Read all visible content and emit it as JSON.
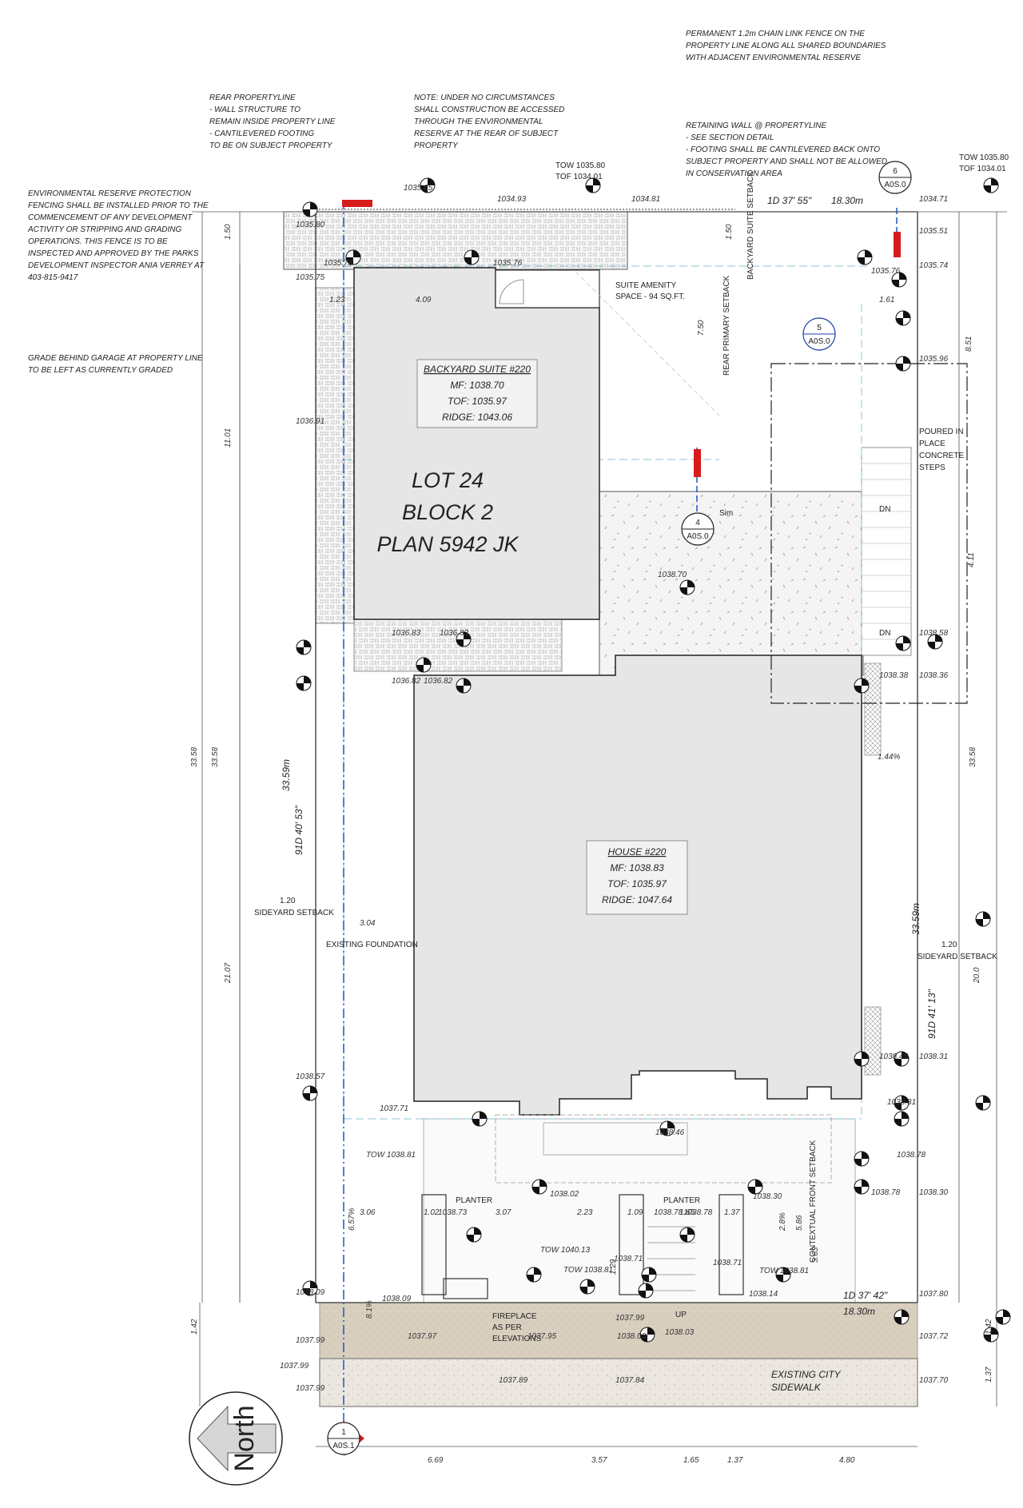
{
  "notes": {
    "rear_propertyline": [
      "REAR PROPERTYLINE",
      "- WALL STRUCTURE TO",
      "REMAIN INSIDE PROPERTY LINE",
      "- CANTILEVERED FOOTING",
      "TO BE ON SUBJECT PROPERTY"
    ],
    "no_access": [
      "NOTE: UNDER NO CIRCUMSTANCES",
      "SHALL CONSTRUCTION BE ACCESSED",
      "THROUGH THE ENVIRONMENTAL",
      "RESERVE AT THE REAR OF SUBJECT",
      "PROPERTY"
    ],
    "chain_link": [
      "PERMANENT 1.2m CHAIN LINK FENCE ON THE",
      "PROPERTY LINE ALONG ALL SHARED BOUNDARIES",
      "WITH ADJACENT ENVIRONMENTAL RESERVE"
    ],
    "retaining_wall": [
      "RETAINING WALL @ PROPERTYLINE",
      "- SEE SECTION DETAIL",
      "- FOOTING SHALL BE CANTILEVERED BACK ONTO",
      "SUBJECT PROPERTY AND SHALL NOT BE ALLOWED",
      "IN CONSERVATION AREA"
    ],
    "environmental": [
      "ENVIRONMENTAL RESERVE PROTECTION",
      "FENCING SHALL BE INSTALLED PRIOR TO THE",
      "COMMENCEMENT OF ANY DEVELOPMENT",
      "ACTIVITY OR STRIPPING AND GRADING",
      "OPERATIONS. THIS FENCE IS TO BE",
      "INSPECTED AND APPROVED BY THE PARKS",
      "DEVELOPMENT INSPECTOR ANIA VERREY AT",
      "403-815-9417"
    ],
    "grade_behind": [
      "GRADE BEHIND GARAGE AT PROPERTY LINE",
      "TO BE LEFT AS CURRENTLY GRADED"
    ],
    "suite_amenity": [
      "SUITE AMENITY",
      "SPACE - 94 SQ.FT."
    ],
    "poured_steps": [
      "POURED IN",
      "PLACE",
      "CONCRETE",
      "STEPS"
    ],
    "fireplace": [
      "FIREPLACE",
      "AS PER",
      "ELEVATIONS"
    ],
    "sidewalk": [
      "EXISTING CITY",
      "SIDEWALK"
    ],
    "sideyard_left": [
      "1.20",
      "SIDEYARD SETBACK"
    ],
    "sideyard_right": [
      "1.20",
      "SIDEYARD SETBACK"
    ],
    "existing_foundation": "EXISTING FOUNDATION",
    "planter_1": "PLANTER",
    "planter_2": "PLANTER",
    "backyard_setback": "BACKYARD SUITE SETBACK",
    "rear_primary": "REAR PRIMARY SETBACK",
    "contextual_front": "CONTEXTUAL FRONT SETBACK",
    "dn_1": "DN",
    "dn_2": "DN",
    "up": "UP",
    "sim": "Sim",
    "tow_top": [
      "TOW 1035.80",
      "TOF 1034.01"
    ],
    "tow_tr": [
      "TOW 1035.80",
      "TOF 1034.01"
    ]
  },
  "lot": [
    "LOT 24",
    "BLOCK 2",
    "PLAN 5942 JK"
  ],
  "backyard_suite": {
    "title": "BACKYARD SUITE #220",
    "mf": "MF: 1038.70",
    "tof": "TOF: 1035.97",
    "ridge": "RIDGE: 1043.06"
  },
  "house": {
    "title": "HOUSE #220",
    "mf": "MF: 1038.83",
    "tof": "TOF: 1035.97",
    "ridge": "RIDGE: 1047.64"
  },
  "north_label": "North",
  "section_markers": [
    {
      "num": "6",
      "ref": "A0S.0"
    },
    {
      "num": "5",
      "ref": "A0S.0"
    },
    {
      "num": "4",
      "ref": "A0S.0"
    },
    {
      "num": "1",
      "ref": "A0S.1"
    }
  ],
  "bearings": {
    "top": "1D 37' 55\"",
    "top_len": "18.30m",
    "bottom": "1D 37' 42\"",
    "bottom_len": "18.30m",
    "left": "91D 40' 53\"",
    "left_len": "33.59m",
    "right": "91D 41' 13\"",
    "right_len": "33.59m"
  },
  "elevations": [
    "1035.65",
    "1034.93",
    "1034.81",
    "1034.71",
    "1035.80",
    "1035.51",
    "1035.78",
    "1035.76",
    "1035.74",
    "1035.75",
    "1035.76",
    "1035.96",
    "1036.91",
    "1036.83",
    "1036.83",
    "1036.82",
    "1036.82",
    "1038.70",
    "1038.58",
    "1038.38",
    "1038.36",
    "1038.57",
    "1037.71",
    "1038.45",
    "1038.31",
    "1038.31",
    "1038.46",
    "1038.78",
    "1038.78",
    "1038.30",
    "1038.02",
    "1038.73",
    "1038.78",
    "1038.78",
    "1038.71",
    "1038.71",
    "1038.30",
    "1038.09",
    "1038.09",
    "1037.99",
    "1037.99",
    "1038.14",
    "1037.80",
    "1037.99",
    "1037.97",
    "1037.95",
    "1038.03",
    "1038.03",
    "1037.72",
    "1037.99",
    "1037.89",
    "1037.84",
    "1037.70",
    "TOW 1038.81",
    "TOW 1040.13",
    "TOW 1038.81",
    "TOW 1038.81"
  ],
  "dims": [
    "1.50",
    "1.50",
    "1.23",
    "4.09",
    "7.50",
    "1.61",
    "8.51",
    "11.01",
    "4.11",
    "33.58",
    "33.58",
    "33.58",
    "21.07",
    "20.0",
    "3.04",
    "3.06",
    "3.07",
    "2.23",
    "1.09",
    "1.65",
    "1.37",
    "1.02",
    "5.86",
    "3.63",
    "1.29",
    "1.42",
    "1.42",
    "1.37",
    "6.69",
    "3.57",
    "1.65",
    "1.37",
    "4.80",
    "1.44%",
    "6.57%",
    "8.1%",
    "2.8%"
  ]
}
